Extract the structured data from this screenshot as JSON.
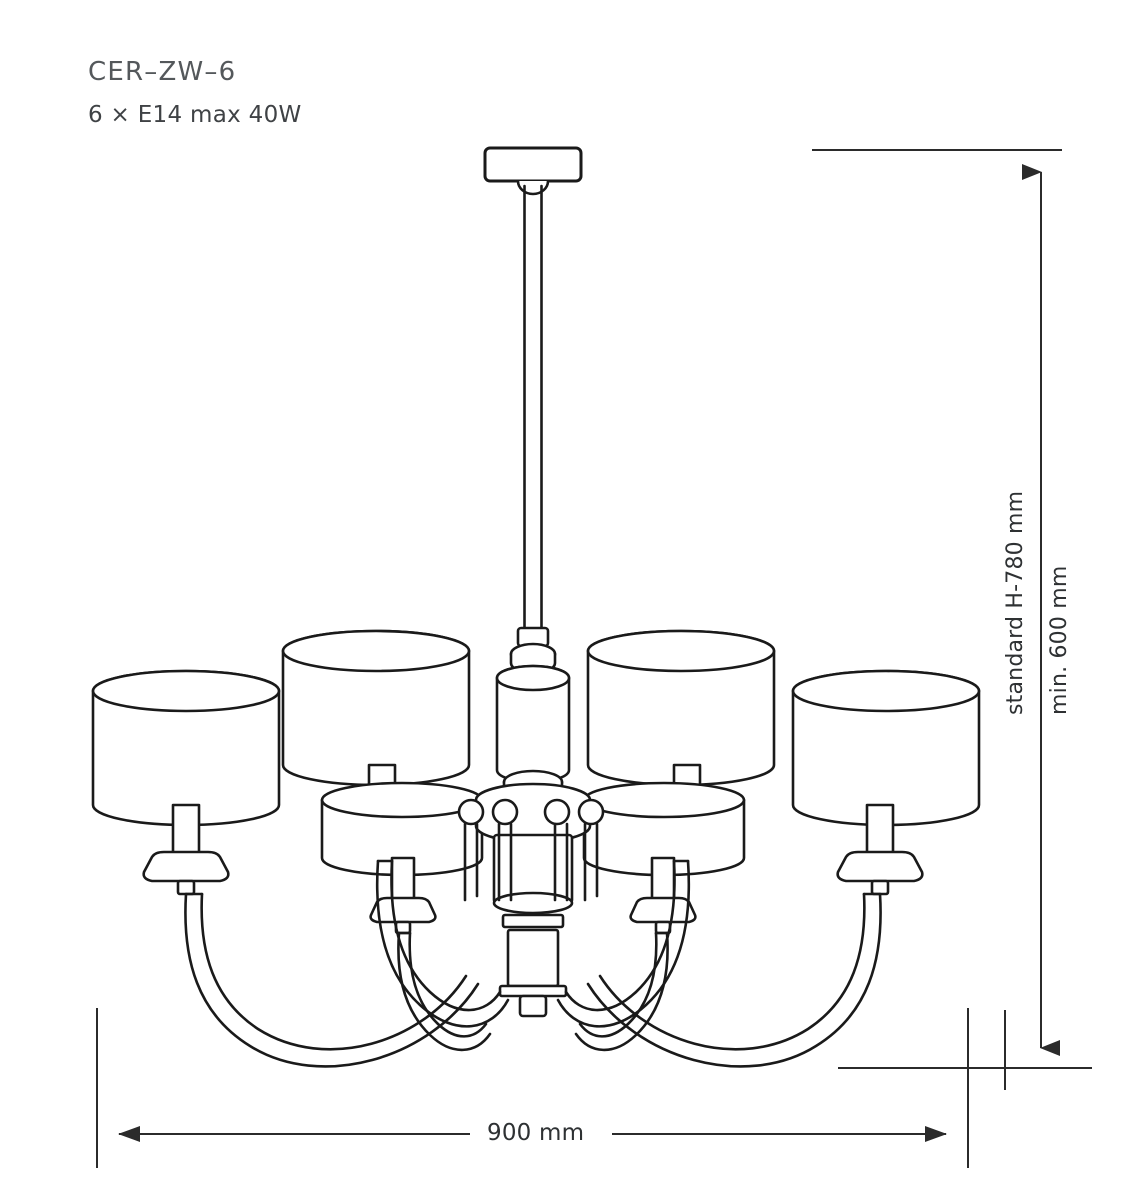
{
  "product": {
    "model": "CER–ZW–6",
    "lamp_spec": "6 × E14 max 40W"
  },
  "dimensions": {
    "width_label": "900 mm",
    "height_standard_label": "standard H-780 mm",
    "height_min_label": "min. 600 mm"
  },
  "colors": {
    "line": "#1a1a1a",
    "background": "#ffffff",
    "title_text": "#54585b",
    "subtitle_text": "#3f4245",
    "dimension_text": "#2e3133",
    "dimension_line": "#2b2b2b"
  },
  "drawing": {
    "view": "front elevation",
    "subject": "6-arm chandelier with cylindrical fabric shades",
    "arm_count": 6,
    "shade_count": 6
  }
}
